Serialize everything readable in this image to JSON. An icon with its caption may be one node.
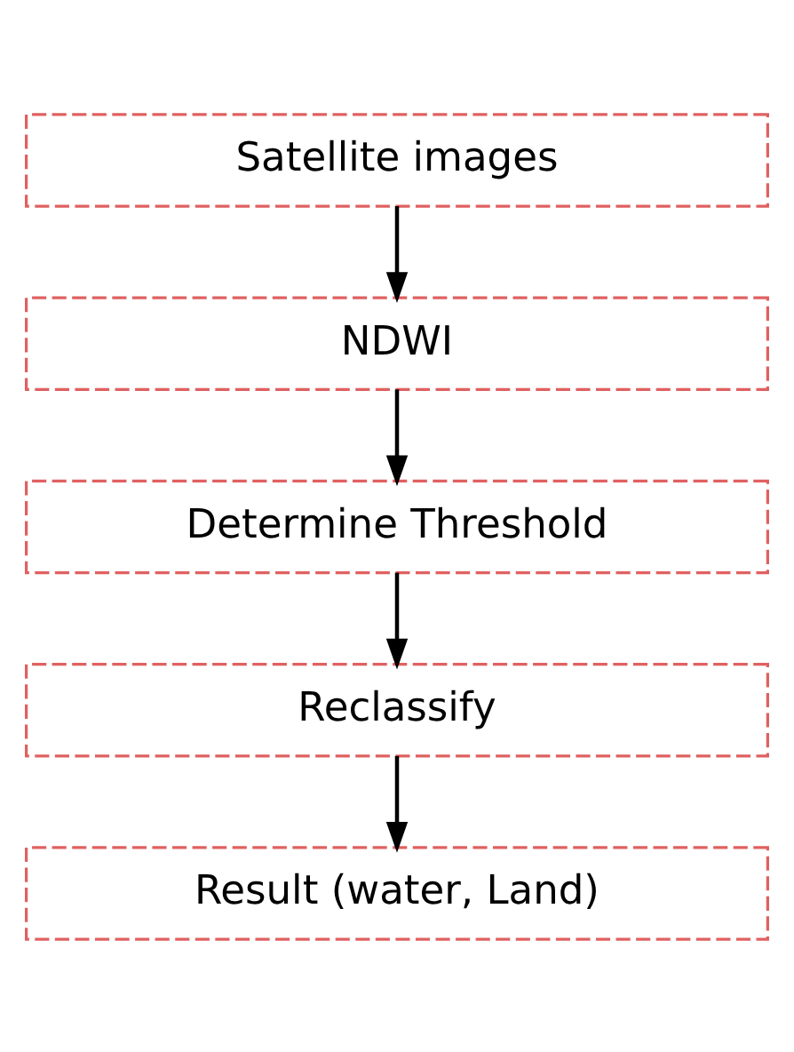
{
  "diagram": {
    "nodes": [
      {
        "text": [
          "Satellite images"
        ]
      },
      {
        "text": [
          "NDWI"
        ]
      },
      {
        "text": [
          "Determine Threshold"
        ]
      },
      {
        "text": [
          "Reclassify"
        ]
      },
      {
        "text": [
          "Result (water, Land)"
        ]
      }
    ],
    "edges": [
      {
        "from": 0,
        "to": 1,
        "arrow": "to"
      },
      {
        "from": 1,
        "to": 2,
        "arrow": "to"
      },
      {
        "from": 2,
        "to": 3,
        "arrow": "to"
      },
      {
        "from": 3,
        "to": 4,
        "arrow": "to"
      }
    ]
  }
}
